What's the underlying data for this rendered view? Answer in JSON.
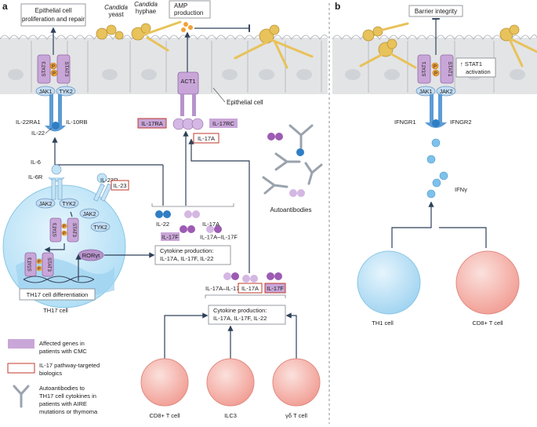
{
  "panels": {
    "a": "a",
    "b": "b"
  },
  "panel_a": {
    "boxes": {
      "epithelial_proliferation": [
        "Epithelial cell",
        "proliferation and repair"
      ],
      "amp_production": [
        "AMP",
        "production"
      ]
    },
    "candida_yeast": [
      "Candida",
      "yeast"
    ],
    "candida_hyphae": [
      "Candida",
      "hyphae"
    ],
    "stat3": "STAT3",
    "p": "P",
    "jak1": "JAK1",
    "tyk2": "TYK2",
    "jak2": "JAK2",
    "act1": "ACT1",
    "epithelial_cell": "Epithelial cell",
    "il22ra1": "IL-22RA1",
    "il10rb": "IL-10RB",
    "il22": "IL-22",
    "il17ra": "IL-17RA",
    "il17rc": "IL-17RC",
    "il17a": "IL-17A",
    "il17f": "IL-17F",
    "il17a_il17f": "IL-17A–IL-17F",
    "il6": "IL-6",
    "il6r": "IL-6R",
    "il23r": "IL-23R",
    "il23": "IL-23",
    "rorgt": "RORγt",
    "th17_diff": "TH17 cell differentiation",
    "th17_cell": "TH17 cell",
    "autoantibodies": "Autoantibodies",
    "cytokine_production": [
      "Cytokine production:",
      "IL-17A, IL-17F, IL-22"
    ],
    "cells": {
      "cd8": "CD8+ T cell",
      "ilc3": "ILC3",
      "gd": "γδ T cell"
    }
  },
  "legend": {
    "affected": [
      "Affected genes in",
      "patients with CMC"
    ],
    "targeted": [
      "IL-17 pathway-targeted",
      "biologics"
    ],
    "autoab": [
      "Autoantibodies to",
      "TH17 cell cytokines in",
      "patients with AIRE",
      "mutations or thymoma"
    ]
  },
  "panel_b": {
    "barrier": "Barrier integrity",
    "stat1": "STAT1",
    "p": "P",
    "stat1_activation": [
      "↑ STAT1",
      "activation"
    ],
    "jak1": "JAK1",
    "jak2": "JAK2",
    "ifngr1": "IFNGR1",
    "ifngr2": "IFNGR2",
    "ifng": "IFNγ",
    "th1_cell": "TH1 cell",
    "cd8_cell": "CD8+ T cell"
  },
  "colors": {
    "affected_purple": "#c9a6d8",
    "jak_blue": "#c3dcf2",
    "receptor_blue": "#5b9bd5",
    "cell_pink": "#f4b5ad",
    "th17_blue": "#bfe3f7",
    "epithelium": "#e3e4e6",
    "arrow_navy": "#2f4159",
    "biologic_red": "#c0392b"
  }
}
